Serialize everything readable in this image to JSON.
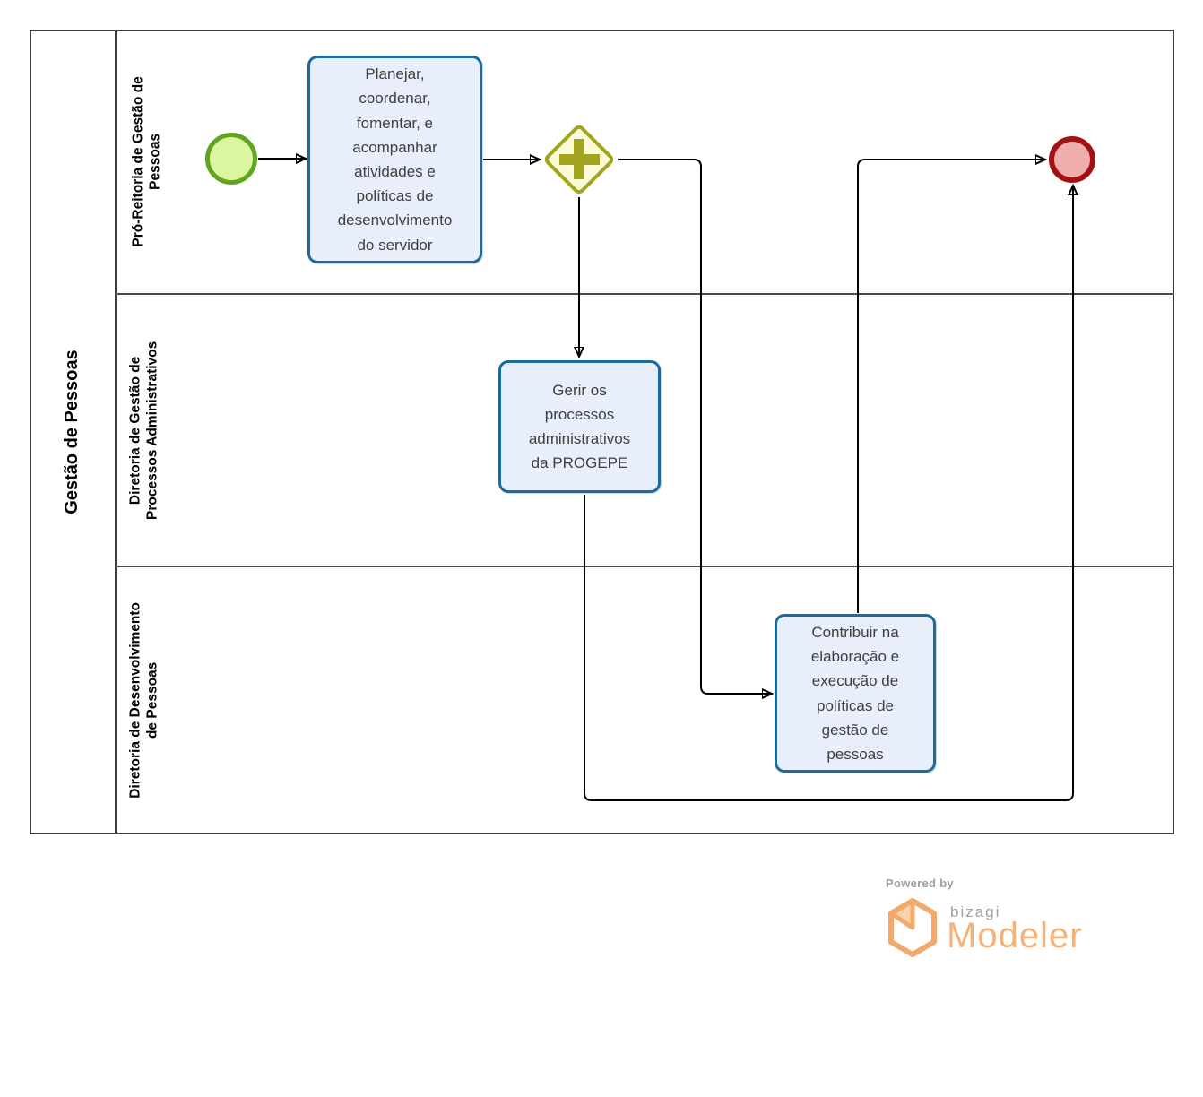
{
  "diagram": {
    "pool": {
      "title": "Gestão de Pessoas",
      "lanes": [
        {
          "name": "Pró-Reitoria de Gestão de Pessoas",
          "name_lines": [
            "Pró-Reitoria de Gestão de",
            "Pessoas"
          ]
        },
        {
          "name": "Diretoria de Gestão de Processos Administrativos",
          "name_lines": [
            "Diretoria de Gestão de",
            "Processos Administrativos"
          ]
        },
        {
          "name": "Diretoria de Desenvolvimento de Pessoas",
          "name_lines": [
            "Diretoria de Desenvolvimento",
            "de Pessoas"
          ]
        }
      ]
    },
    "events": {
      "start": {
        "type": "start-event"
      },
      "end": {
        "type": "end-event"
      }
    },
    "gateway": {
      "type": "parallel-gateway",
      "symbol": "+"
    },
    "tasks": {
      "planejar": {
        "label": "Planejar, coordenar, fomentar, e acompanhar atividades e políticas de desenvolvimento do servidor",
        "lines": [
          "Planejar,",
          "coordenar,",
          "fomentar, e",
          "acompanhar",
          "atividades e",
          "políticas de",
          "desenvolvimento",
          "do servidor"
        ]
      },
      "gerir": {
        "label": "Gerir os processos administrativos da PROGEPE",
        "lines": [
          "Gerir os",
          "processos",
          "administrativos",
          "da PROGEPE"
        ]
      },
      "contribuir": {
        "label": "Contribuir na elaboração e execução de políticas de gestão de pessoas",
        "lines": [
          "Contribuir na",
          "elaboração e",
          "execução de",
          "políticas de",
          "gestão de",
          "pessoas"
        ]
      }
    },
    "colors": {
      "task_border": "#1B6B9C",
      "task_fill": "#E9EEFB",
      "start_border": "#61A41F",
      "start_fill": "#DCF5A0",
      "gateway_border": "#A2A31F",
      "gateway_fill": "#FAFAD6",
      "end_border": "#A31212",
      "end_fill": "#EFADAD",
      "flow_line": "#000000",
      "pool_frame": "#3C3C3C"
    }
  },
  "branding": {
    "powered_by": "Powered by",
    "brand": "bizagi",
    "product": "Modeler",
    "logo_orange": "#F5B277",
    "logo_gray": "#9DA0A3"
  }
}
